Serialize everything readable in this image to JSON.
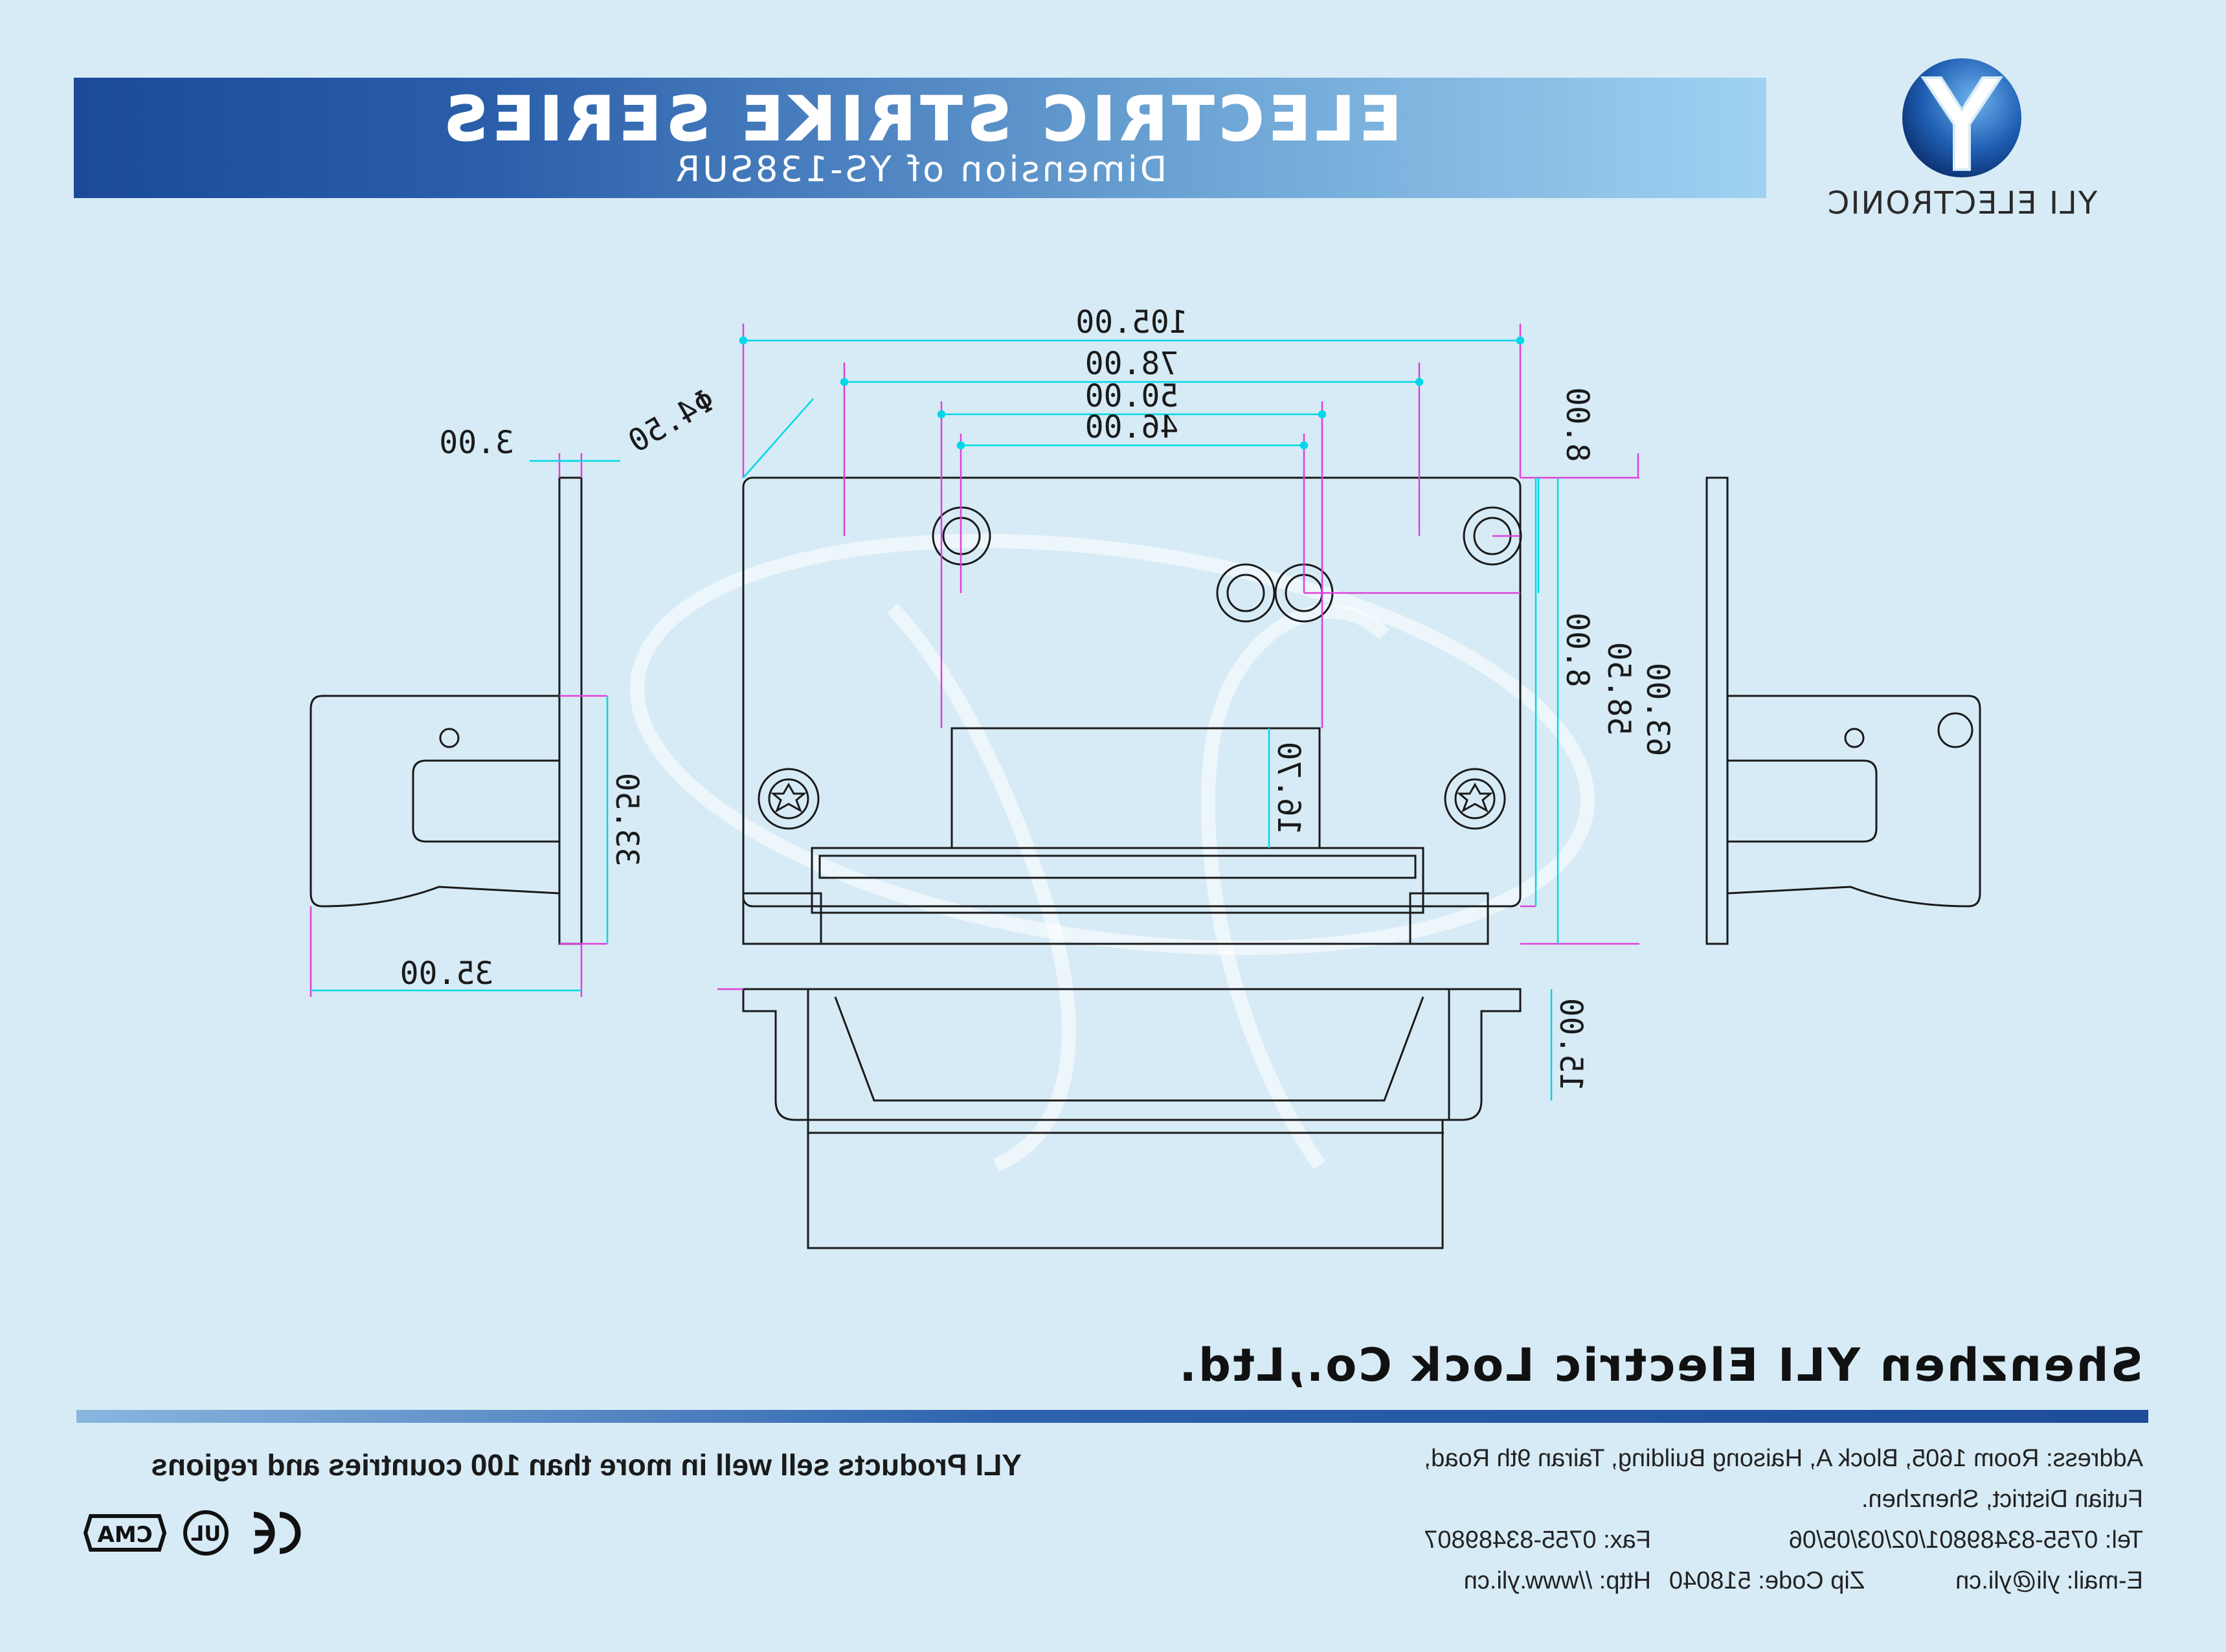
{
  "header": {
    "title": "ELECTRIC STRIKE SERIES",
    "subtitle": "Dimension of YS-138SUR"
  },
  "logo": {
    "text": "YLI ELECTRONIC",
    "colors": {
      "globe": "#1f5fb4",
      "letter": "#ffffff"
    }
  },
  "drawing": {
    "dimensions": {
      "overall_width": "105.00",
      "hole_span_outer": "78.00",
      "hole_span_inner_a": "50.00",
      "hole_span_inner_b": "46.00",
      "hole_diameter": "Φ4.50",
      "plate_thickness": "3.00",
      "side_height": "33.50",
      "side_depth": "35.00",
      "hole_offset_top": "8.00",
      "hole_offset_mid": "8.00",
      "inner_height": "58.50",
      "overall_height": "63.00",
      "slot_depth": "16.70",
      "keeper_depth": "15.00"
    },
    "colors": {
      "dimension_line": "#00d8e8",
      "extension_line": "#e040d8",
      "outline": "#1a1a1a"
    }
  },
  "footer": {
    "company": "Shenzhen YLI Electric Lock Co.,Ltd.",
    "address_line1": "Address: Room 1605, Block A, Haisong Building, Tairan 9th Road,",
    "address_line2": "Futian District, Shenzhen.",
    "tel": "Tel: 0755-83489801/02/03/05/06",
    "fax": "Fax: 0755-83489807",
    "email": "E-mail: yli@yli.cn",
    "zip": "Zip Code: 518040",
    "http": "Http: //www.yli.cn",
    "slogan": "YLI Products sell well in more than 100 countries and regions",
    "certifications": [
      "CE",
      "UL",
      "CMA"
    ]
  }
}
